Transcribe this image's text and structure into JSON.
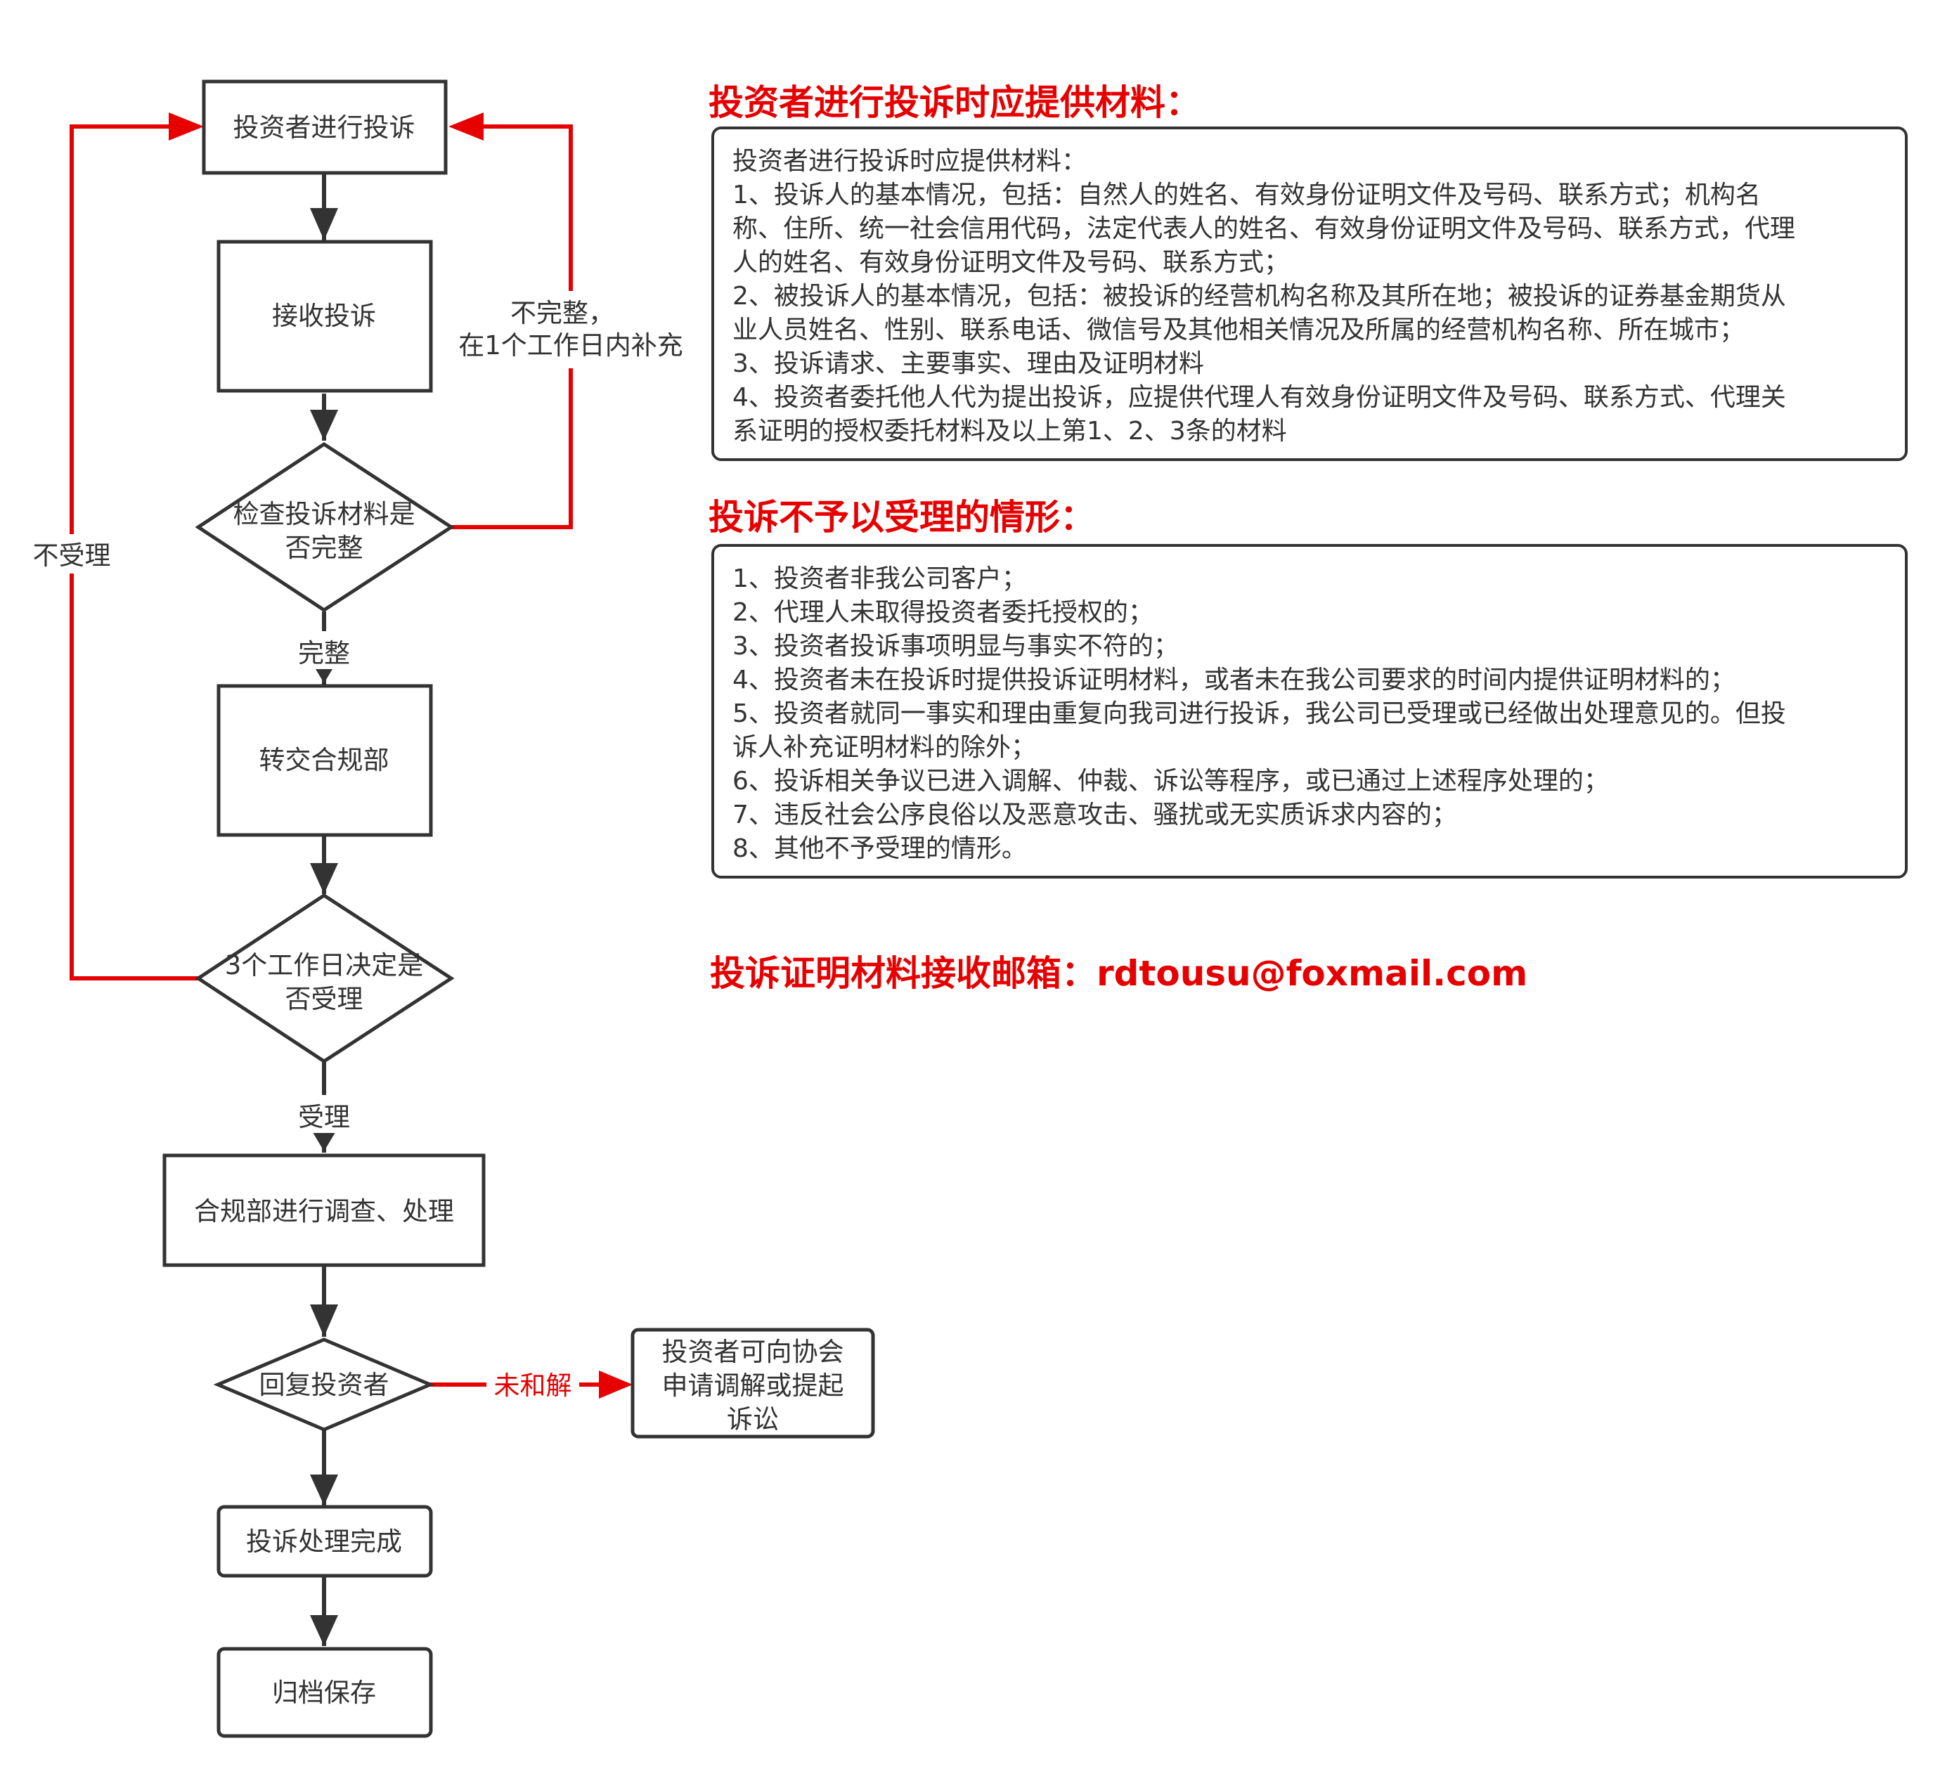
{
  "colors": {
    "stroke": "#333333",
    "accent_red": "#e60000",
    "background": "#ffffff"
  },
  "flowchart": {
    "nodes": {
      "submit": "投资者进行投诉",
      "receive": "接收投诉",
      "check_lines": [
        "检查投诉材料是",
        "否完整"
      ],
      "transfer": "转交合规部",
      "decide_lines": [
        "3个工作日决定是",
        "否受理"
      ],
      "investigate": "合规部进行调查、处理",
      "reply": "回复投资者",
      "mediation_lines": [
        "投资者可向协会",
        "申请调解或提起",
        "诉讼"
      ],
      "complete": "投诉处理完成",
      "archive": "归档保存"
    },
    "edges": {
      "incomplete_lines": [
        "不完整，",
        "在1个工作日内补充"
      ],
      "complete": "完整",
      "not_accepted": "不受理",
      "accepted": "受理",
      "not_settled": "未和解"
    }
  },
  "materials_section": {
    "heading": "投资者进行投诉时应提供材料：",
    "lines": [
      "投资者进行投诉时应提供材料：",
      "1、投诉人的基本情况，包括：自然人的姓名、有效身份证明文件及号码、联系方式；机构名",
      "称、住所、统一社会信用代码，法定代表人的姓名、有效身份证明文件及号码、联系方式，代理",
      "人的姓名、有效身份证明文件及号码、联系方式；",
      "2、被投诉人的基本情况，包括：被投诉的经营机构名称及其所在地；被投诉的证券基金期货从",
      "业人员姓名、性别、联系电话、微信号及其他相关情况及所属的经营机构名称、所在城市；",
      "3、投诉请求、主要事实、理由及证明材料",
      "4、投资者委托他人代为提出投诉，应提供代理人有效身份证明文件及号码、联系方式、代理关",
      "系证明的授权委托材料及以上第1、2、3条的材料"
    ]
  },
  "rejection_section": {
    "heading": "投诉不予以受理的情形：",
    "lines": [
      "1、投资者非我公司客户；",
      "2、代理人未取得投资者委托授权的；",
      "3、投资者投诉事项明显与事实不符的；",
      "4、投资者未在投诉时提供投诉证明材料，或者未在我公司要求的时间内提供证明材料的；",
      "5、投资者就同一事实和理由重复向我司进行投诉，我公司已受理或已经做出处理意见的。但投",
      "诉人补充证明材料的除外；",
      "6、投诉相关争议已进入调解、仲裁、诉讼等程序，或已通过上述程序处理的；",
      "7、违反社会公序良俗以及恶意攻击、骚扰或无实质诉求内容的；",
      "8、其他不予受理的情形。"
    ]
  },
  "email_line": "投诉证明材料接收邮箱：rdtousu@foxmail.com"
}
